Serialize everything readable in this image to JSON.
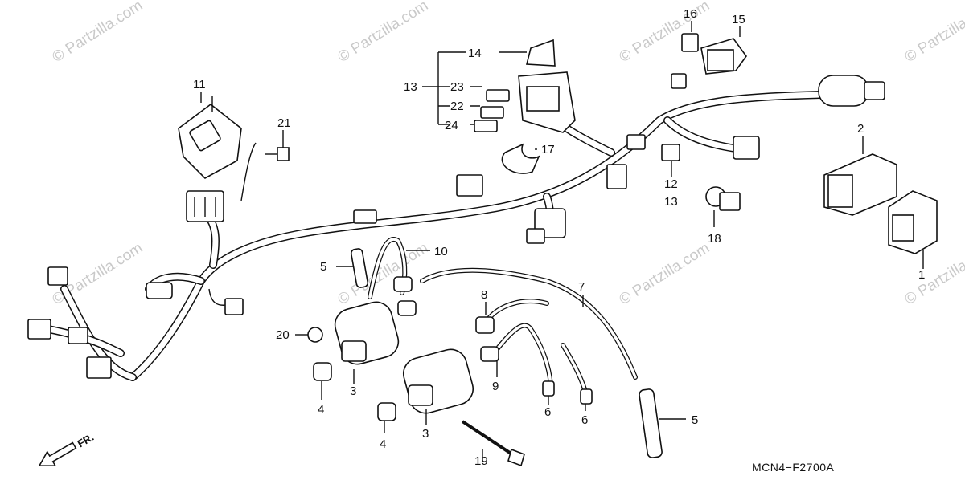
{
  "watermark": "© Partzilla.com",
  "diagram_code": "MCN4−F2700A",
  "front_arrow_label": "FR.",
  "callouts": {
    "c1": "1",
    "c2": "2",
    "c3a": "3",
    "c3b": "3",
    "c4a": "4",
    "c4b": "4",
    "c5a": "5",
    "c5b": "5",
    "c6a": "6",
    "c6b": "6",
    "c7": "7",
    "c8": "8",
    "c9": "9",
    "c10": "10",
    "c11": "11",
    "c12": "12",
    "c13a": "13",
    "c13b": "13",
    "c14": "14",
    "c15": "15",
    "c16": "16",
    "c17": "17",
    "c18": "18",
    "c19": "19",
    "c20": "20",
    "c21": "21",
    "c22": "22",
    "c23": "23",
    "c24": "24"
  }
}
